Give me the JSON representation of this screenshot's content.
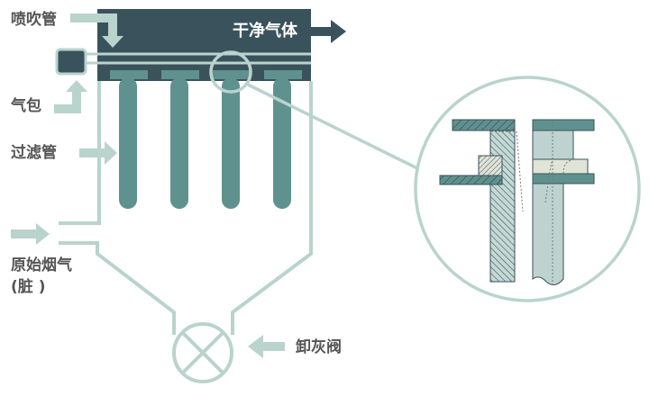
{
  "labels": {
    "blow_pipe": "喷吹管",
    "clean_gas": "干净气体",
    "air_bag": "气包",
    "filter_tube": "过滤管",
    "raw_gas_line1": "原始烟气",
    "raw_gas_line2": "(脏 )",
    "ash_valve": "卸灰阀"
  },
  "colors": {
    "dark": "#3a525c",
    "teal": "#5f928e",
    "light": "#b9d3cd",
    "text": "#555555"
  }
}
